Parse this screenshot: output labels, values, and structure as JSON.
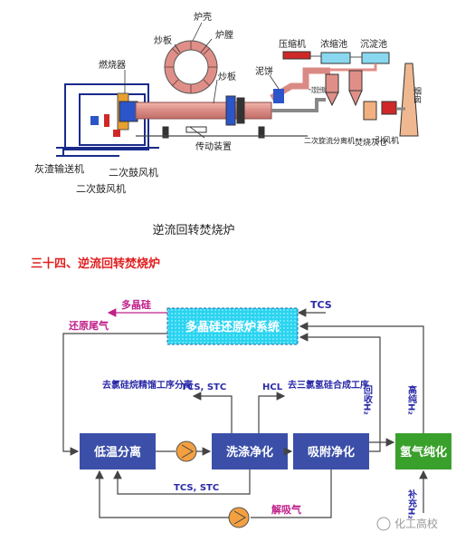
{
  "furnace_diagram": {
    "labels": {
      "shell": "炉壳",
      "copy_plate": "炒板",
      "chamber": "炉膛",
      "burner": "燃烧器",
      "copy_plate2": "炒板",
      "mud_cake": "泥饼",
      "compressor": "压缩机",
      "concentration_tank": "浓缩池",
      "sedimentation_tank": "沉淀池",
      "chimney": "烟囱",
      "cyclone1": "一次旋流分离机",
      "cyclone2": "二次旋流分离机",
      "ash_bin": "焚烧灰仓",
      "induced_fan": "引风机",
      "drive": "传动装置",
      "ash_conveyor": "灰渣输送机",
      "secondary_blower": "二次鼓风机",
      "secondary_blower2": "二次鼓风机"
    },
    "caption": "逆流回转焚烧炉"
  },
  "section_title": "三十四、逆流回转焚烧炉",
  "flow": {
    "top_box": "多晶硅还原炉系统",
    "box_low_temp": "低温分离",
    "box_wash": "洗涤净化",
    "box_adsorb": "吸附净化",
    "box_hydrogen": "氢气纯化",
    "polysilicon": "多晶硅",
    "tcs_in": "TCS",
    "exhaust": "还原尾气",
    "to_rectify": "去氯硅烷精馏工序分离",
    "tcs_stc_top": "TCS, STC",
    "hcl": "HCL",
    "to_synthesis": "去三氯氢硅合成工序",
    "recover_h2": "回收H₂",
    "high_h2": "高纯H₂",
    "tcs_stc_bottom": "TCS, STC",
    "desorb_gas": "解吸气",
    "makeup_h2": "补充H₂",
    "watermark": "化工高校"
  },
  "colors": {
    "blue_box": "#3b4fa8",
    "green_box": "#3aa02c",
    "cyan_box": "#2ad4f0",
    "magenta": "#c0208a",
    "text_blue": "#2a2aa8",
    "title_red": "#e02020",
    "pipe": "#444444",
    "kiln": "#d98a84"
  }
}
